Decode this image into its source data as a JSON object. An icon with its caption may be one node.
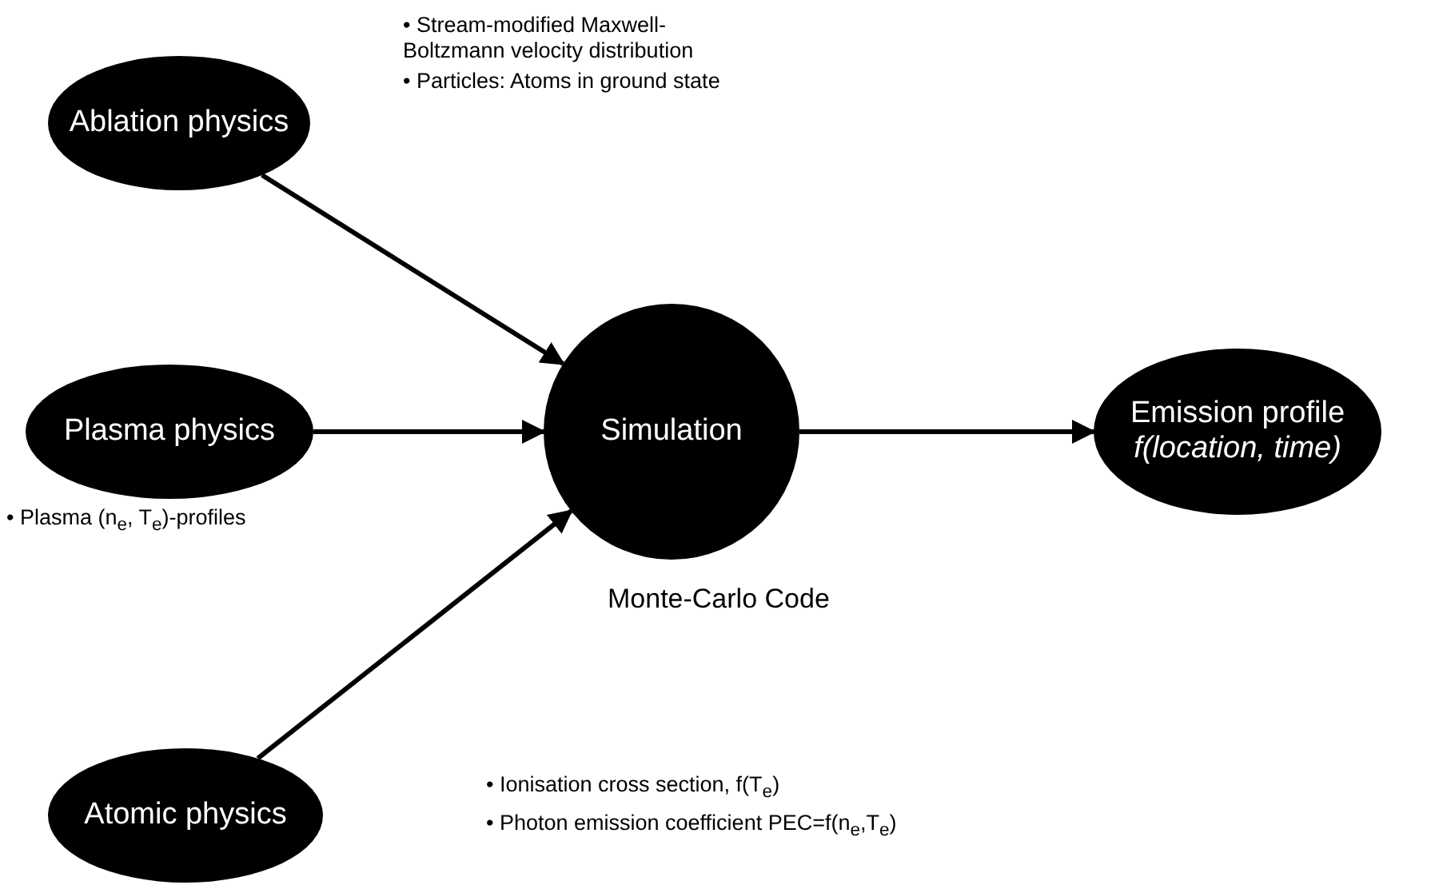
{
  "diagram": {
    "nodes": [
      {
        "text": [
          "Ablation physics"
        ],
        "beside": [
          "• Stream-modified Maxwell-Boltzmann velocity distribution",
          "• Particles: Atoms in ground state"
        ]
      },
      {
        "text": [
          "Plasma physics"
        ],
        "beside": [
          "• Plasma (n$_{e}$, T$_{e}$)-profiles"
        ]
      },
      {
        "text": [
          "Simulation"
        ],
        "beside": [
          "Monte-Carlo Code"
        ]
      },
      {
        "text": [
          "Emission profile",
          "f(location, time)"
        ]
      },
      {
        "text": [
          "Atomic physics"
        ],
        "beside": [
          "• Ionisation cross section, f(T$_{e}$)",
          "• Photon emission coefficient PEC=f(n$_{e}$,T$_{e}$)"
        ]
      }
    ],
    "edges": [
      {
        "from": 0,
        "to": 2,
        "arrow": "to"
      },
      {
        "from": 1,
        "to": 2,
        "arrow": "to"
      },
      {
        "from": 4,
        "to": 2,
        "arrow": "to"
      },
      {
        "from": 2,
        "to": 3,
        "arrow": "to"
      }
    ]
  }
}
